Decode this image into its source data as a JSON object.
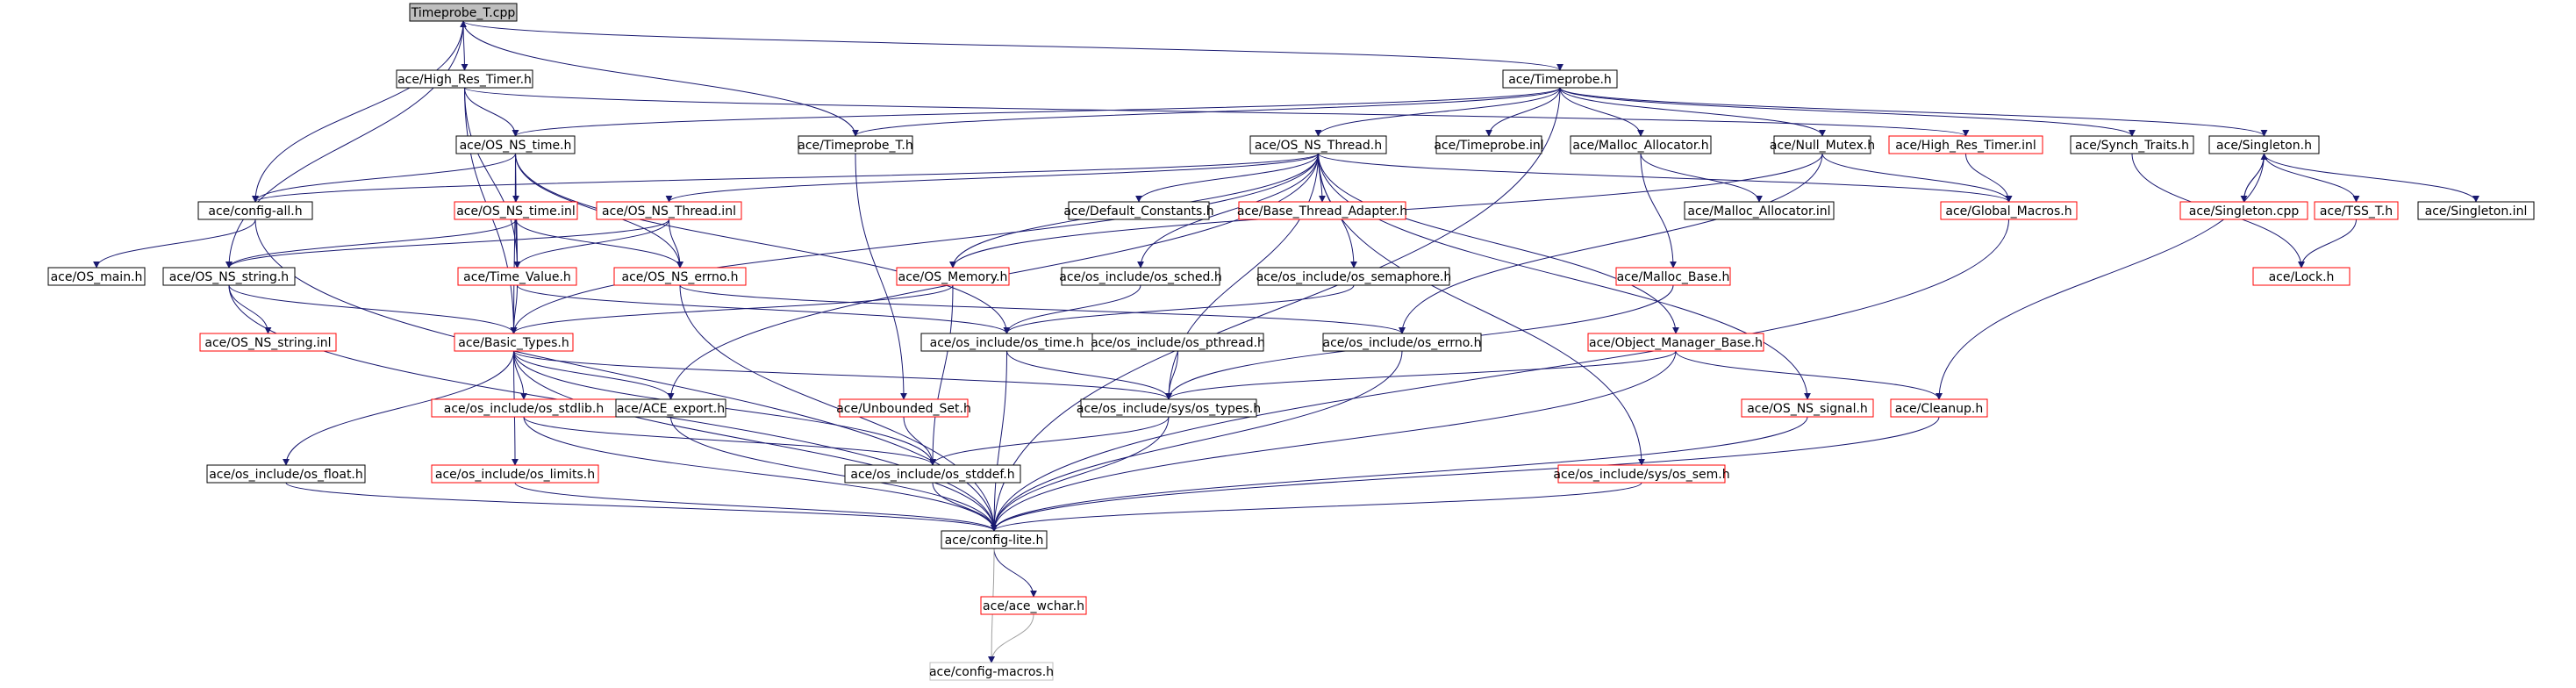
{
  "nodes": [
    {
      "id": "root",
      "label": "Timeprobe_T.cpp",
      "kind": "root"
    },
    {
      "id": "hrt",
      "label": "ace/High_Res_Timer.h",
      "kind": "normal"
    },
    {
      "id": "tp",
      "label": "ace/Timeprobe.h",
      "kind": "normal"
    },
    {
      "id": "osnstime",
      "label": "ace/OS_NS_time.h",
      "kind": "normal"
    },
    {
      "id": "tpt",
      "label": "ace/Timeprobe_T.h",
      "kind": "normal"
    },
    {
      "id": "osnsthread",
      "label": "ace/OS_NS_Thread.h",
      "kind": "normal"
    },
    {
      "id": "tpinl",
      "label": "ace/Timeprobe.inl",
      "kind": "normal"
    },
    {
      "id": "mallocalloc",
      "label": "ace/Malloc_Allocator.h",
      "kind": "normal"
    },
    {
      "id": "nullmutex",
      "label": "ace/Null_Mutex.h",
      "kind": "normal"
    },
    {
      "id": "hrtinl",
      "label": "ace/High_Res_Timer.inl",
      "kind": "red"
    },
    {
      "id": "synch",
      "label": "ace/Synch_Traits.h",
      "kind": "normal"
    },
    {
      "id": "singleton",
      "label": "ace/Singleton.h",
      "kind": "normal"
    },
    {
      "id": "configall",
      "label": "ace/config-all.h",
      "kind": "normal"
    },
    {
      "id": "osnstimeinl",
      "label": "ace/OS_NS_time.inl",
      "kind": "red"
    },
    {
      "id": "osnsthreadinl",
      "label": "ace/OS_NS_Thread.inl",
      "kind": "red"
    },
    {
      "id": "defconst",
      "label": "ace/Default_Constants.h",
      "kind": "normal"
    },
    {
      "id": "btadapter",
      "label": "ace/Base_Thread_Adapter.h",
      "kind": "red"
    },
    {
      "id": "globalmacros",
      "label": "ace/Global_Macros.h",
      "kind": "red"
    },
    {
      "id": "mallocallocinl",
      "label": "ace/Malloc_Allocator.inl",
      "kind": "normal"
    },
    {
      "id": "singletoncpp",
      "label": "ace/Singleton.cpp",
      "kind": "red"
    },
    {
      "id": "tsst",
      "label": "ace/TSS_T.h",
      "kind": "red"
    },
    {
      "id": "singletoninl",
      "label": "ace/Singleton.inl",
      "kind": "normal"
    },
    {
      "id": "osmain",
      "label": "ace/OS_main.h",
      "kind": "normal"
    },
    {
      "id": "osnsstring",
      "label": "ace/OS_NS_string.h",
      "kind": "normal"
    },
    {
      "id": "timevalue",
      "label": "ace/Time_Value.h",
      "kind": "red"
    },
    {
      "id": "osnserrno",
      "label": "ace/OS_NS_errno.h",
      "kind": "red"
    },
    {
      "id": "osmemory",
      "label": "ace/OS_Memory.h",
      "kind": "red"
    },
    {
      "id": "ossched",
      "label": "ace/os_include/os_sched.h",
      "kind": "normal"
    },
    {
      "id": "ossemaphore",
      "label": "ace/os_include/os_semaphore.h",
      "kind": "normal"
    },
    {
      "id": "mallocbase",
      "label": "ace/Malloc_Base.h",
      "kind": "red"
    },
    {
      "id": "lock",
      "label": "ace/Lock.h",
      "kind": "red"
    },
    {
      "id": "osnsstringinl",
      "label": "ace/OS_NS_string.inl",
      "kind": "red"
    },
    {
      "id": "basictypes",
      "label": "ace/Basic_Types.h",
      "kind": "red"
    },
    {
      "id": "ostime",
      "label": "ace/os_include/os_time.h",
      "kind": "normal"
    },
    {
      "id": "ospthread",
      "label": "ace/os_include/os_pthread.h",
      "kind": "normal"
    },
    {
      "id": "oserrno",
      "label": "ace/os_include/os_errno.h",
      "kind": "normal"
    },
    {
      "id": "omb",
      "label": "ace/Object_Manager_Base.h",
      "kind": "red"
    },
    {
      "id": "osstdlib",
      "label": "ace/os_include/os_stdlib.h",
      "kind": "red"
    },
    {
      "id": "aceexport",
      "label": "ace/ACE_export.h",
      "kind": "normal"
    },
    {
      "id": "unboundedset",
      "label": "ace/Unbounded_Set.h",
      "kind": "red"
    },
    {
      "id": "systypes",
      "label": "ace/os_include/sys/os_types.h",
      "kind": "normal"
    },
    {
      "id": "osnssignal",
      "label": "ace/OS_NS_signal.h",
      "kind": "red"
    },
    {
      "id": "cleanup",
      "label": "ace/Cleanup.h",
      "kind": "red"
    },
    {
      "id": "oslimits",
      "label": "ace/os_include/os_limits.h",
      "kind": "red"
    },
    {
      "id": "osstddef",
      "label": "ace/os_include/os_stddef.h",
      "kind": "normal"
    },
    {
      "id": "osfloat",
      "label": "ace/os_include/os_float.h",
      "kind": "normal"
    },
    {
      "id": "syssem",
      "label": "ace/os_include/sys/os_sem.h",
      "kind": "red"
    },
    {
      "id": "configlite",
      "label": "ace/config-lite.h",
      "kind": "normal"
    },
    {
      "id": "acewchar",
      "label": "ace/ace_wchar.h",
      "kind": "red"
    },
    {
      "id": "configmacros",
      "label": "ace/config-macros.h",
      "kind": "gray"
    }
  ],
  "edges": [
    [
      "root",
      "hrt"
    ],
    [
      "root",
      "tp"
    ],
    [
      "root",
      "configall"
    ],
    [
      "root",
      "osnsstring"
    ],
    [
      "hrt",
      "osnstime"
    ],
    [
      "hrt",
      "basictypes"
    ],
    [
      "hrt",
      "timevalue"
    ],
    [
      "hrt",
      "hrtinl"
    ],
    [
      "tp",
      "osnstime"
    ],
    [
      "tp",
      "tpt"
    ],
    [
      "tp",
      "osnsthread"
    ],
    [
      "tp",
      "tpinl"
    ],
    [
      "tp",
      "mallocalloc"
    ],
    [
      "tp",
      "nullmutex"
    ],
    [
      "tp",
      "synch"
    ],
    [
      "tp",
      "singleton"
    ],
    [
      "tp",
      "configlite"
    ],
    [
      "tpt",
      "root"
    ],
    [
      "tpt",
      "unboundedset"
    ],
    [
      "osnstime",
      "configall"
    ],
    [
      "osnstime",
      "osnstimeinl"
    ],
    [
      "osnstime",
      "basictypes"
    ],
    [
      "osnstime",
      "ostime"
    ],
    [
      "osnstime",
      "timevalue"
    ],
    [
      "osnstime",
      "osnserrno"
    ],
    [
      "osnsthread",
      "configall"
    ],
    [
      "osnsthread",
      "osnsthreadinl"
    ],
    [
      "osnsthread",
      "defconst"
    ],
    [
      "osnsthread",
      "btadapter"
    ],
    [
      "osnsthread",
      "globalmacros"
    ],
    [
      "osnsthread",
      "osmemory"
    ],
    [
      "osnsthread",
      "ossched"
    ],
    [
      "osnsthread",
      "ossemaphore"
    ],
    [
      "osnsthread",
      "basictypes"
    ],
    [
      "osnsthread",
      "aceexport"
    ],
    [
      "osnsthread",
      "omb"
    ],
    [
      "osnsthread",
      "osnssignal"
    ],
    [
      "osnsthread",
      "syssem"
    ],
    [
      "osnsthread",
      "systypes"
    ],
    [
      "mallocalloc",
      "mallocallocinl"
    ],
    [
      "mallocalloc",
      "mallocbase"
    ],
    [
      "nullmutex",
      "globalmacros"
    ],
    [
      "nullmutex",
      "osmemory"
    ],
    [
      "nullmutex",
      "oserrno"
    ],
    [
      "hrtinl",
      "globalmacros"
    ],
    [
      "synch",
      "lock"
    ],
    [
      "singleton",
      "singletoncpp"
    ],
    [
      "singleton",
      "tsst"
    ],
    [
      "singleton",
      "singletoninl"
    ],
    [
      "singleton",
      "cleanup"
    ],
    [
      "singletoncpp",
      "singleton"
    ],
    [
      "tsst",
      "lock"
    ],
    [
      "configall",
      "osmain"
    ],
    [
      "configall",
      "configlite"
    ],
    [
      "osnstimeinl",
      "timevalue"
    ],
    [
      "osnstimeinl",
      "osnserrno"
    ],
    [
      "osnstimeinl",
      "osnsstring"
    ],
    [
      "osnsthreadinl",
      "timevalue"
    ],
    [
      "osnsthreadinl",
      "osnserrno"
    ],
    [
      "osnsthreadinl",
      "osnsstring"
    ],
    [
      "osnsstring",
      "osnsstringinl"
    ],
    [
      "osnsstring",
      "basictypes"
    ],
    [
      "osnsstring",
      "configlite"
    ],
    [
      "timevalue",
      "basictypes"
    ],
    [
      "timevalue",
      "ostime"
    ],
    [
      "osnserrno",
      "oserrno"
    ],
    [
      "osnserrno",
      "configlite"
    ],
    [
      "osmemory",
      "basictypes"
    ],
    [
      "osmemory",
      "osstddef"
    ],
    [
      "ossched",
      "ostime"
    ],
    [
      "ossemaphore",
      "ostime"
    ],
    [
      "mallocbase",
      "systypes"
    ],
    [
      "globalmacros",
      "configlite"
    ],
    [
      "basictypes",
      "osstdlib"
    ],
    [
      "basictypes",
      "aceexport"
    ],
    [
      "basictypes",
      "oslimits"
    ],
    [
      "basictypes",
      "osfloat"
    ],
    [
      "basictypes",
      "osstddef"
    ],
    [
      "basictypes",
      "systypes"
    ],
    [
      "basictypes",
      "configlite"
    ],
    [
      "ostime",
      "systypes"
    ],
    [
      "ostime",
      "configlite"
    ],
    [
      "ospthread",
      "systypes"
    ],
    [
      "oserrno",
      "configlite"
    ],
    [
      "omb",
      "systypes"
    ],
    [
      "omb",
      "cleanup"
    ],
    [
      "omb",
      "configlite"
    ],
    [
      "osstdlib",
      "osstddef"
    ],
    [
      "osstdlib",
      "configlite"
    ],
    [
      "aceexport",
      "configlite"
    ],
    [
      "unboundedset",
      "osstddef"
    ],
    [
      "systypes",
      "osstddef"
    ],
    [
      "systypes",
      "configlite"
    ],
    [
      "osnssignal",
      "configlite"
    ],
    [
      "cleanup",
      "configlite"
    ],
    [
      "oslimits",
      "configlite"
    ],
    [
      "osstddef",
      "configlite"
    ],
    [
      "osfloat",
      "configlite"
    ],
    [
      "syssem",
      "configlite"
    ],
    [
      "configlite",
      "acewchar"
    ],
    [
      "configlite",
      "configmacros"
    ],
    [
      "acewchar",
      "configmacros"
    ]
  ],
  "colors": {
    "edge": "#191970",
    "border_normal": "#000000",
    "border_red": "#ff0000",
    "border_gray": "#bfbfbf",
    "root_fill": "#bfbfbf",
    "node_fill": "#ffffff"
  }
}
